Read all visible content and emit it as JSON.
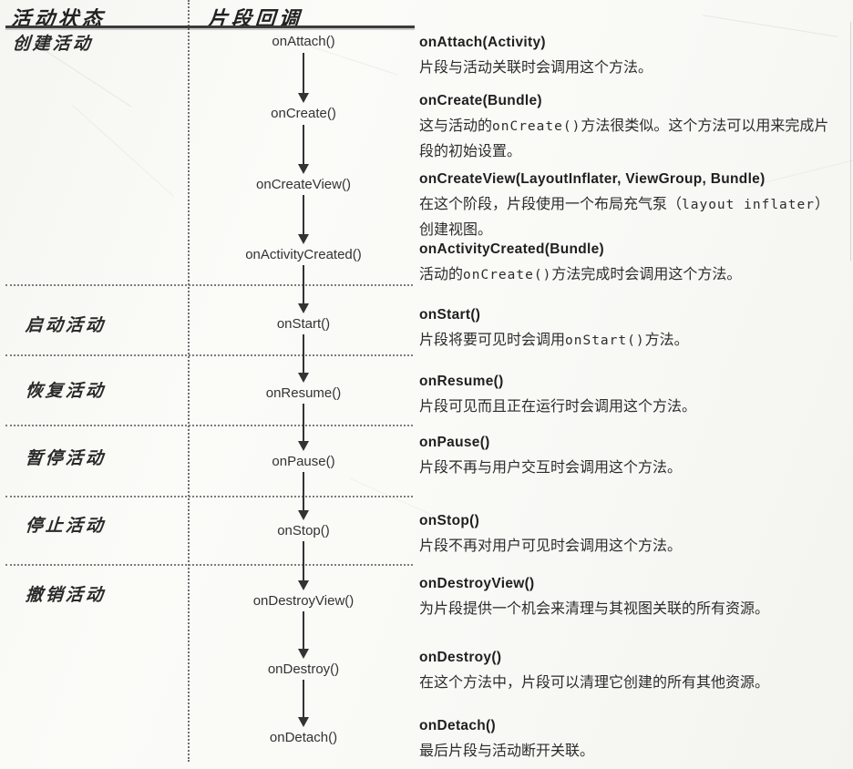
{
  "headers": {
    "activity_state": "活动状态",
    "fragment_callback": "片段回调"
  },
  "activity_states": [
    {
      "label": "创建活动"
    },
    {
      "label": "启动活动"
    },
    {
      "label": "恢复活动"
    },
    {
      "label": "暂停活动"
    },
    {
      "label": "停止活动"
    },
    {
      "label": "撤销活动"
    }
  ],
  "callbacks": [
    {
      "name": "onAttach()"
    },
    {
      "name": "onCreate()"
    },
    {
      "name": "onCreateView()"
    },
    {
      "name": "onActivityCreated()"
    },
    {
      "name": "onStart()"
    },
    {
      "name": "onResume()"
    },
    {
      "name": "onPause()"
    },
    {
      "name": "onStop()"
    },
    {
      "name": "onDestroyView()"
    },
    {
      "name": "onDestroy()"
    },
    {
      "name": "onDetach()"
    }
  ],
  "descriptions": [
    {
      "title": "onAttach(Activity)",
      "body": "片段与活动关联时会调用这个方法。"
    },
    {
      "title": "onCreate(Bundle)",
      "body": "这与活动的`onCreate()`方法很类似。这个方法可以用来完成片段的初始设置。"
    },
    {
      "title": "onCreateView(LayoutInflater, ViewGroup, Bundle)",
      "body": "在这个阶段，片段使用一个布局充气泵（`layout inflater`）创建视图。"
    },
    {
      "title": "onActivityCreated(Bundle)",
      "body": "活动的`onCreate()`方法完成时会调用这个方法。"
    },
    {
      "title": "onStart()",
      "body": "片段将要可见时会调用`onStart()`方法。"
    },
    {
      "title": "onResume()",
      "body": "片段可见而且正在运行时会调用这个方法。"
    },
    {
      "title": "onPause()",
      "body": "片段不再与用户交互时会调用这个方法。"
    },
    {
      "title": "onStop()",
      "body": "片段不再对用户可见时会调用这个方法。"
    },
    {
      "title": "onDestroyView()",
      "body": "为片段提供一个机会来清理与其视图关联的所有资源。"
    },
    {
      "title": "onDestroy()",
      "body": "在这个方法中，片段可以清理它创建的所有其他资源。"
    },
    {
      "title": "onDetach()",
      "body": "最后片段与活动断开关联。"
    }
  ],
  "colors": {
    "text": "#2e2e2e",
    "line": "#3b3b3b",
    "dotted": "#7d7d7d",
    "paper": "#f9f9f6"
  }
}
